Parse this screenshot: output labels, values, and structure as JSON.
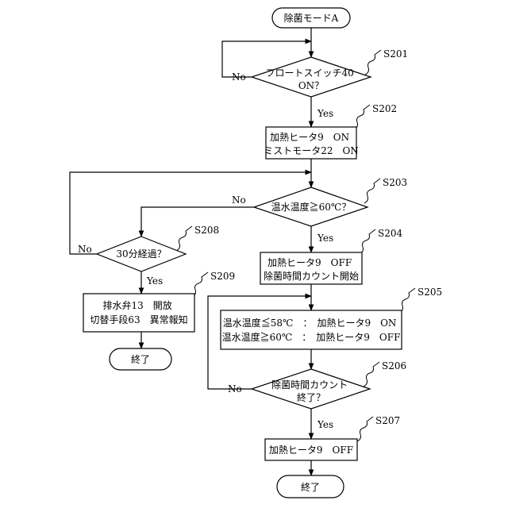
{
  "nodes": {
    "start": {
      "lines": [
        "除菌モードA"
      ]
    },
    "s201": {
      "lines": [
        "フロートスイッチ40",
        "ON？"
      ]
    },
    "s202": {
      "lines": [
        "加熱ヒータ9　ON",
        "ミストモータ22　ON"
      ]
    },
    "s203": {
      "lines": [
        "温水温度≧60℃？"
      ]
    },
    "s204": {
      "lines": [
        "加熱ヒータ9　OFF",
        "除菌時間カウント開始"
      ]
    },
    "s205": {
      "lines": [
        "温水温度≦58℃　：　加熱ヒータ9　ON",
        "温水温度≧60℃　：　加熱ヒータ9　OFF"
      ]
    },
    "s206": {
      "lines": [
        "除菌時間カウント",
        "終了？"
      ]
    },
    "s207": {
      "lines": [
        "加熱ヒータ9　OFF"
      ]
    },
    "end": {
      "lines": [
        "終了"
      ]
    },
    "s208": {
      "lines": [
        "30分経過？"
      ]
    },
    "s209": {
      "lines": [
        "排水弁13　開放",
        "切替手段63　異常報知"
      ]
    },
    "end2": {
      "lines": [
        "終了"
      ]
    }
  },
  "step_labels": {
    "s201": "S201",
    "s202": "S202",
    "s203": "S203",
    "s204": "S204",
    "s205": "S205",
    "s206": "S206",
    "s207": "S207",
    "s208": "S208",
    "s209": "S209"
  },
  "edge_labels": {
    "s201_no": "No",
    "s201_yes": "Yes",
    "s203_no": "No",
    "s203_yes": "Yes",
    "s208_no": "No",
    "s208_yes": "Yes",
    "s206_no": "No",
    "s206_yes": "Yes"
  }
}
